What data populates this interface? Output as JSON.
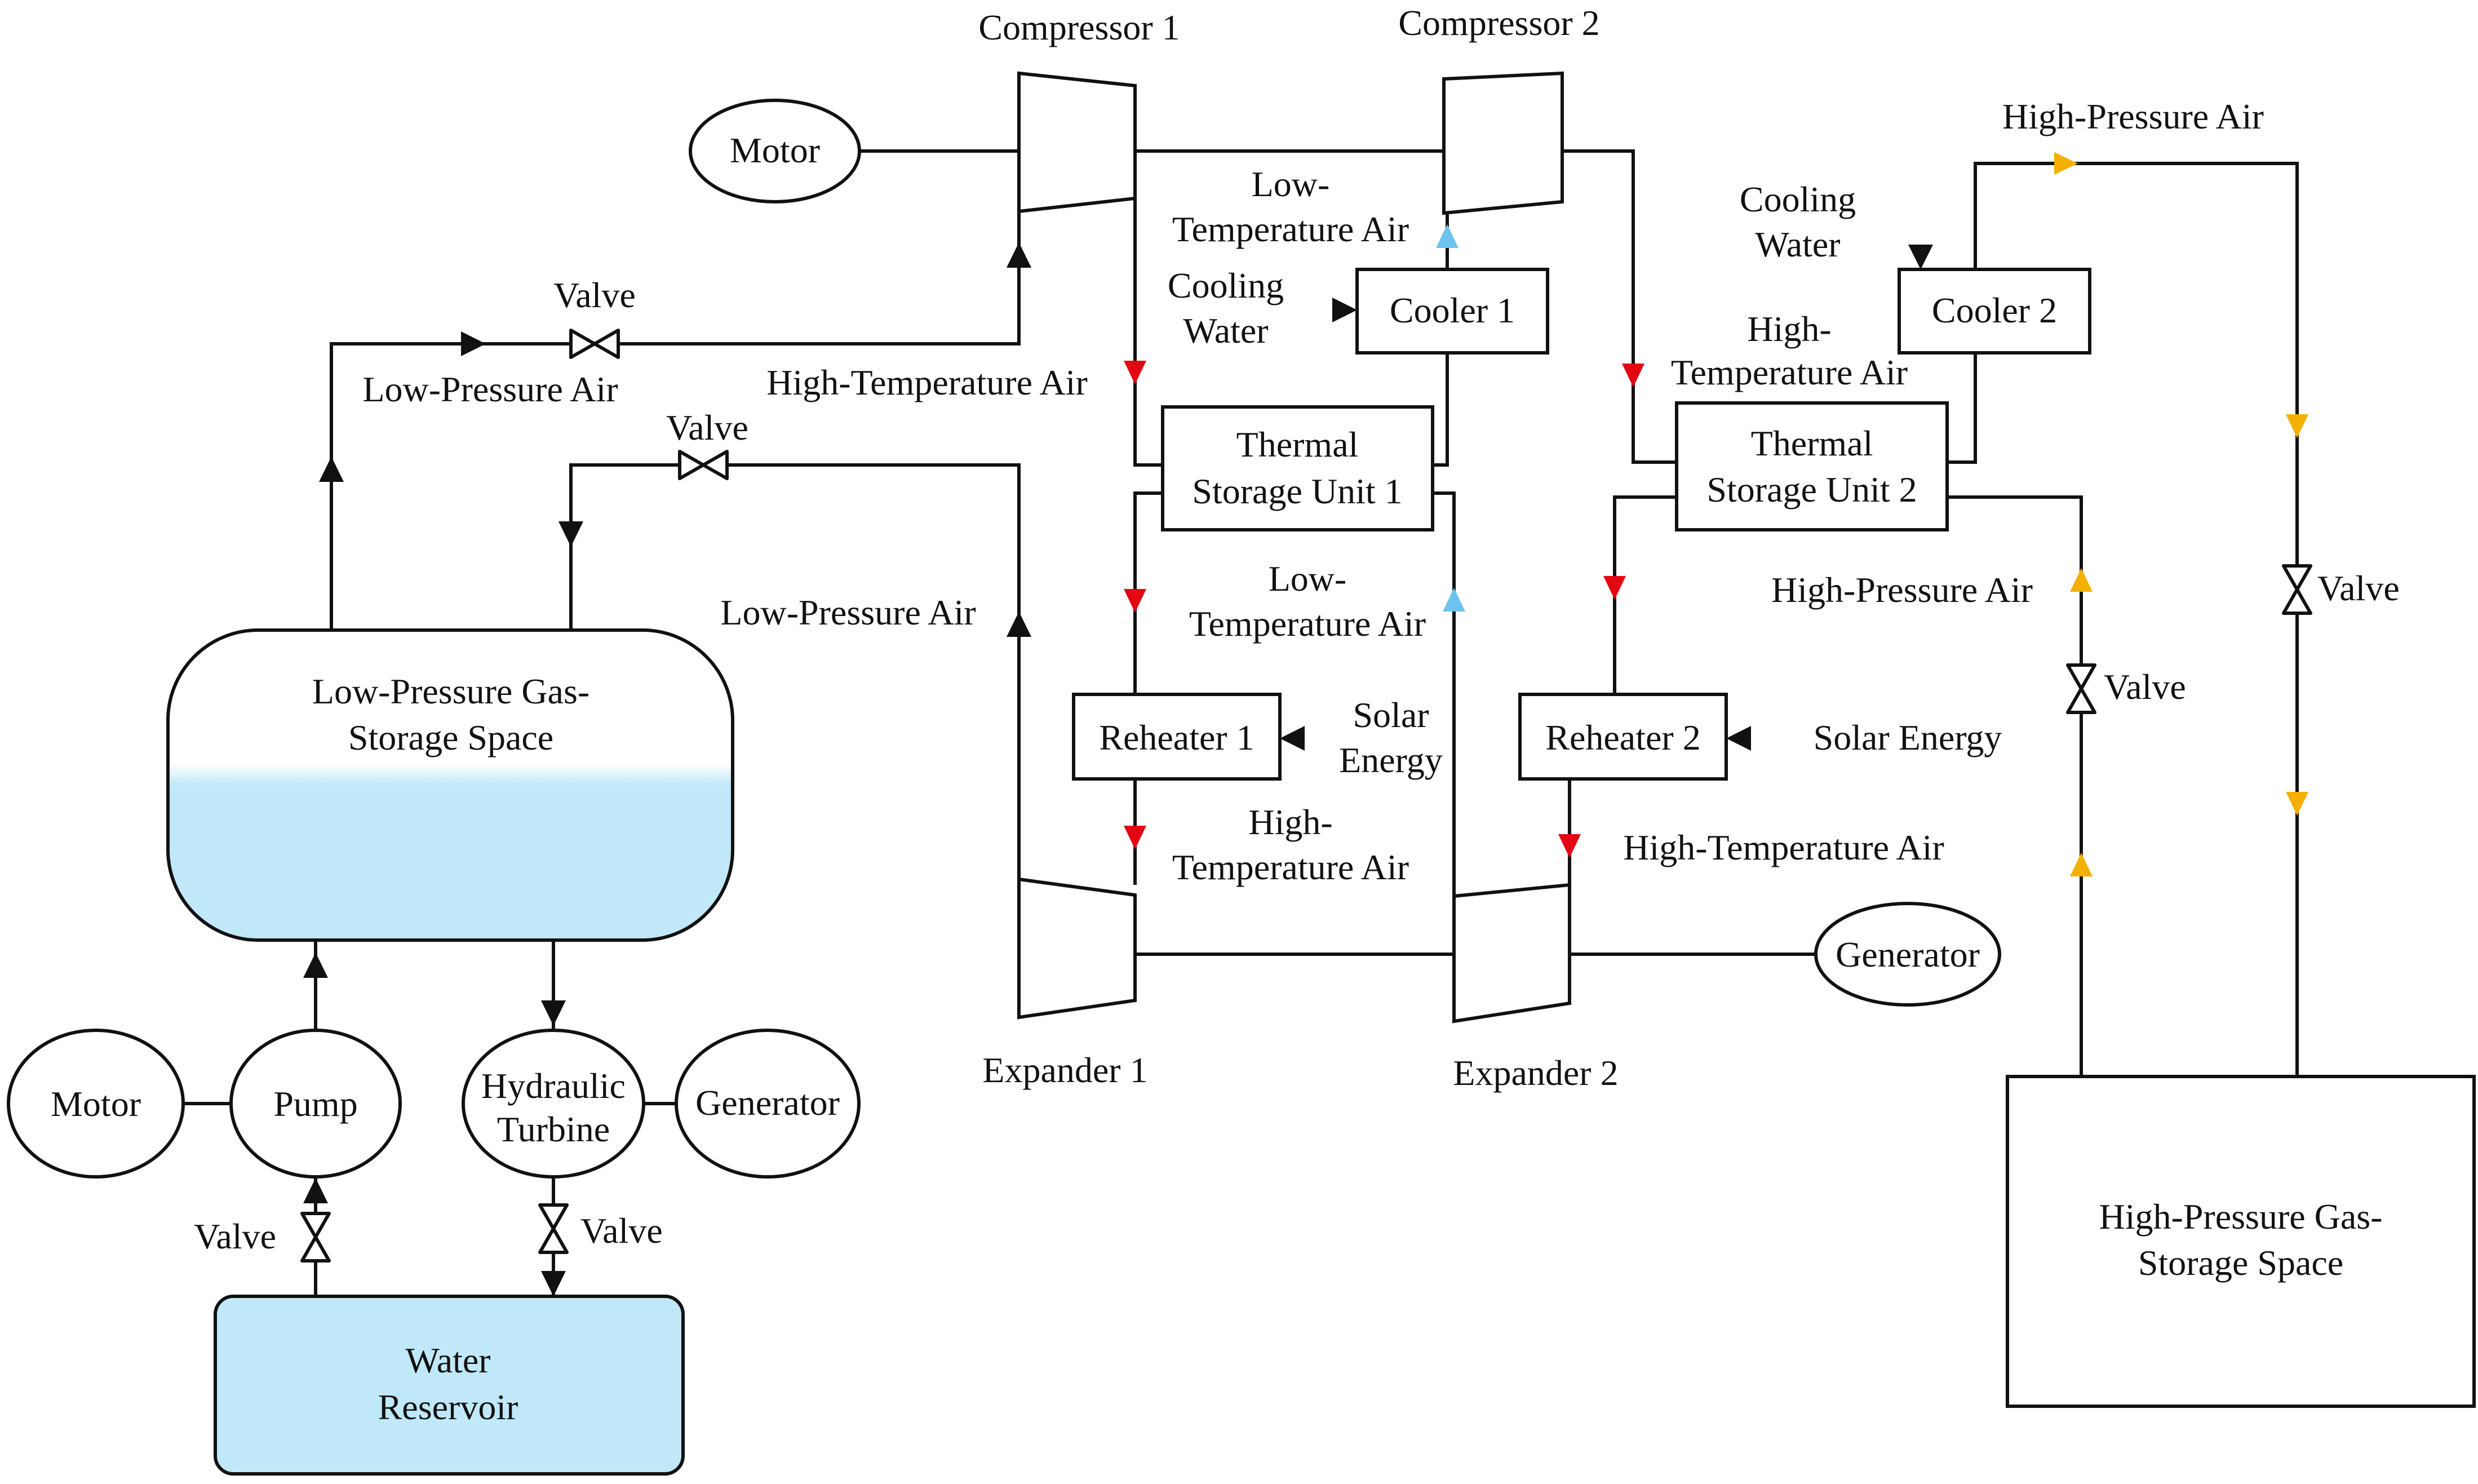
{
  "colors": {
    "line": "#111111",
    "water": "#c0e8f8",
    "arrow_high_temperature": "#e30613",
    "arrow_low_temperature": "#6cc3ef",
    "arrow_high_pressure": "#f4b000"
  },
  "components": {
    "compressor_1": "Compressor 1",
    "compressor_2": "Compressor 2",
    "motor_top": "Motor",
    "cooler_1": "Cooler 1",
    "cooler_2": "Cooler 2",
    "tsu_1_line1": "Thermal",
    "tsu_1_line2": "Storage Unit 1",
    "tsu_2_line1": "Thermal",
    "tsu_2_line2": "Storage Unit 2",
    "reheater_1": "Reheater 1",
    "reheater_2": "Reheater 2",
    "expander_1": "Expander 1",
    "expander_2": "Expander 2",
    "generator_right": "Generator",
    "lp_storage_line1": "Low-Pressure Gas-",
    "lp_storage_line2": "Storage Space",
    "hp_storage_line1": "High-Pressure Gas-",
    "hp_storage_line2": "Storage Space",
    "motor_bottom": "Motor",
    "pump": "Pump",
    "hydraulic_turbine_line1": "Hydraulic",
    "hydraulic_turbine_line2": "Turbine",
    "generator_bottom": "Generator",
    "water_reservoir_line1": "Water",
    "water_reservoir_line2": "Reservoir"
  },
  "labels": {
    "valve": "Valve",
    "low_pressure_air": "Low-Pressure Air",
    "high_pressure_air": "High-Pressure Air",
    "high_temperature_air": "High-Temperature Air",
    "low_line": "Low-",
    "high_line": "High-",
    "temperature_air": "Temperature Air",
    "cooling": "Cooling",
    "water": "Water",
    "solar": "Solar",
    "energy": "Energy",
    "solar_energy": "Solar Energy"
  },
  "icons": [
    "valve-icon",
    "flow-arrow-icon",
    "high-temperature-flow-icon",
    "low-temperature-flow-icon",
    "high-pressure-flow-icon"
  ]
}
